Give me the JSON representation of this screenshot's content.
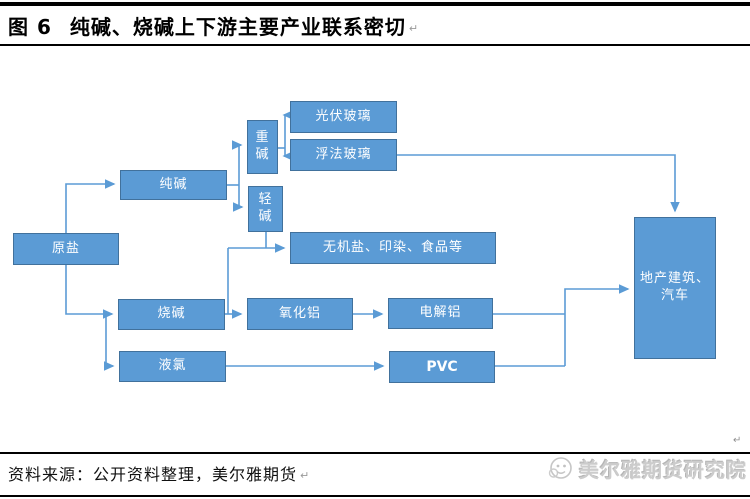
{
  "header": {
    "figure_label": "图 6",
    "title": "纯碱、烧碱上下游主要产业联系密切",
    "paragraph_mark": "↵"
  },
  "nodes": {
    "raw_salt": {
      "label": "原盐"
    },
    "soda_ash": {
      "label": "纯碱"
    },
    "heavy_soda": {
      "label": "重\n碱"
    },
    "light_soda": {
      "label": "轻\n碱"
    },
    "pv_glass": {
      "label": "光伏玻璃"
    },
    "float_glass": {
      "label": "浮法玻璃"
    },
    "inorganic_salt": {
      "label": "无机盐、印染、食品等"
    },
    "caustic_soda": {
      "label": "烧碱"
    },
    "alumina": {
      "label": "氧化铝"
    },
    "electrolytic_aluminum": {
      "label": "电解铝"
    },
    "liquid_chlorine": {
      "label": "液氯"
    },
    "pvc": {
      "label": "PVC"
    },
    "downstream": {
      "label": "地产建筑、\n汽车"
    }
  },
  "edges": [
    {
      "from": "原盐",
      "to": "纯碱"
    },
    {
      "from": "原盐",
      "to": "烧碱"
    },
    {
      "from": "原盐",
      "to": "液氯"
    },
    {
      "from": "纯碱",
      "to": "重碱"
    },
    {
      "from": "纯碱",
      "to": "轻碱"
    },
    {
      "from": "重碱",
      "to": "光伏玻璃"
    },
    {
      "from": "重碱",
      "to": "浮法玻璃"
    },
    {
      "from": "轻碱",
      "to": "无机盐、印染、食品等"
    },
    {
      "from": "烧碱",
      "to": "无机盐、印染、食品等"
    },
    {
      "from": "烧碱",
      "to": "氧化铝"
    },
    {
      "from": "氧化铝",
      "to": "电解铝"
    },
    {
      "from": "液氯",
      "to": "PVC"
    },
    {
      "from": "浮法玻璃",
      "to": "地产建筑、汽车"
    },
    {
      "from": "电解铝",
      "to": "地产建筑、汽车"
    },
    {
      "from": "PVC",
      "to": "地产建筑、汽车"
    }
  ],
  "footer": {
    "source": "资料来源：公开资料整理，美尔雅期货",
    "paragraph_mark": "↵",
    "brand": "美尔雅期货研究院"
  },
  "diagram_paragraph_mark": "↵",
  "colors": {
    "box_fill": "#5B9BD5",
    "box_border": "#41719C",
    "connector": "#5B9BD5",
    "box_text": "#FFFFFF",
    "title_text": "#000000",
    "watermark": "#CCCCCC"
  }
}
